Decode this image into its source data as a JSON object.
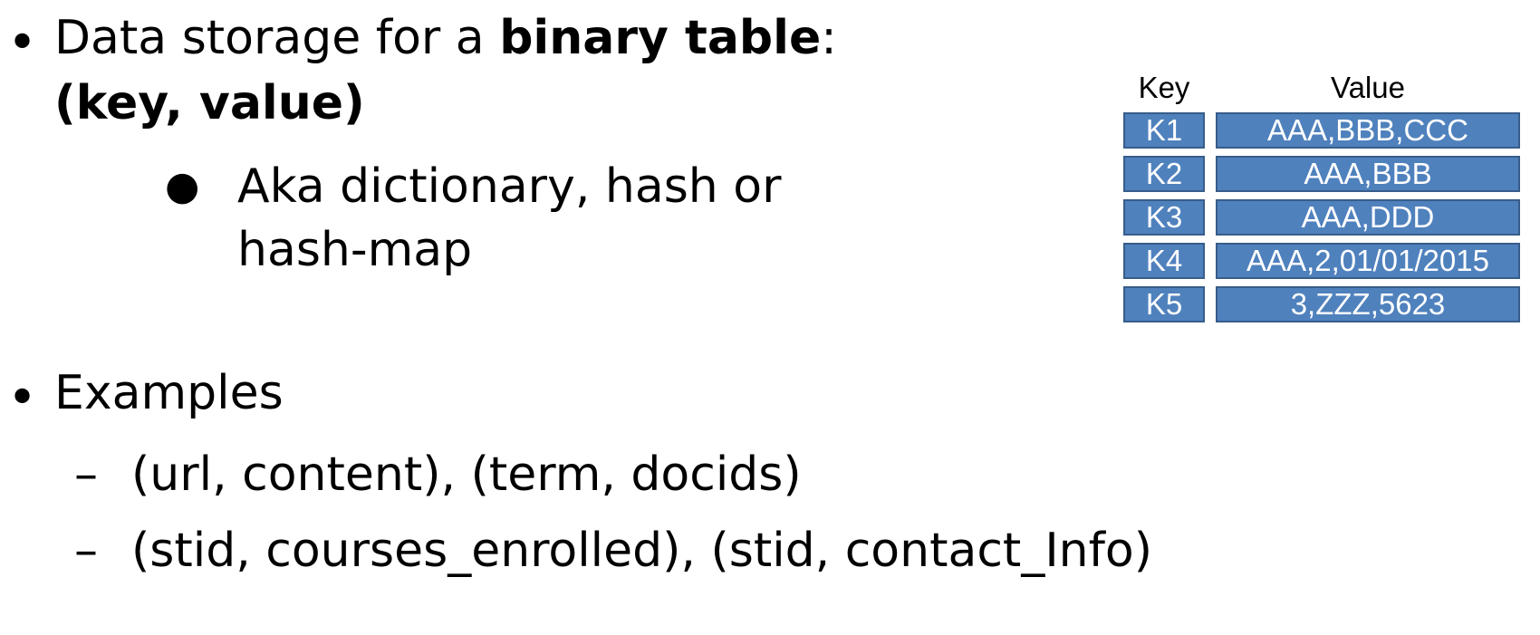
{
  "slide": {
    "bullet1": {
      "marker": "•",
      "text_prefix": "Data storage for a ",
      "text_bold": "binary table",
      "text_suffix": ":",
      "line2_bold": "(key, value)",
      "sub": {
        "marker": "●",
        "line1": "Aka dictionary, hash or",
        "line2": "hash-map"
      }
    },
    "bullet2": {
      "marker": "•",
      "text": "Examples",
      "items": [
        {
          "marker": "–",
          "text": "(url, content), (term, docids)"
        },
        {
          "marker": "–",
          "text": "(stid, courses_enrolled), (stid, contact_Info)"
        }
      ]
    }
  },
  "kv_table": {
    "headers": {
      "key": "Key",
      "value": "Value"
    },
    "rows": [
      {
        "key": "K1",
        "value": "AAA,BBB,CCC"
      },
      {
        "key": "K2",
        "value": "AAA,BBB"
      },
      {
        "key": "K3",
        "value": "AAA,DDD"
      },
      {
        "key": "K4",
        "value": "AAA,2,01/01/2015"
      },
      {
        "key": "K5",
        "value": "3,ZZZ,5623"
      }
    ],
    "fill_color": "#4f81bd",
    "border_color": "#385d8a",
    "text_color": "#ffffff"
  }
}
